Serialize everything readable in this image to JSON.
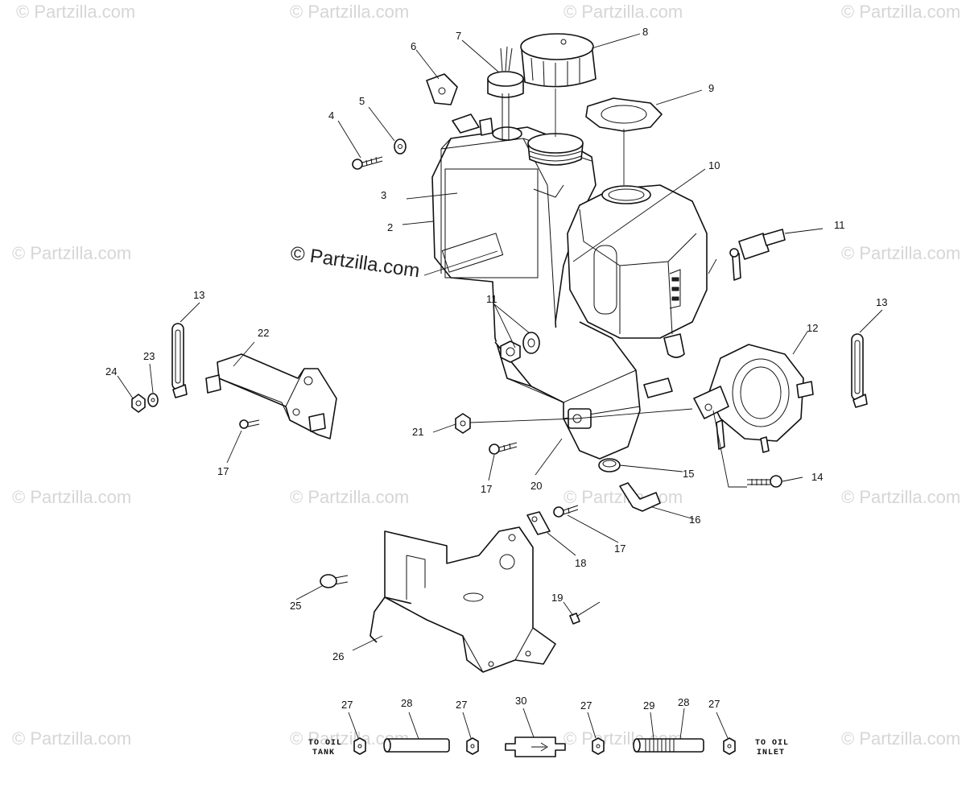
{
  "watermark": "© Partzilla.com",
  "watermark_center": "© Partzilla.com",
  "callouts": [
    "2",
    "3",
    "4",
    "5",
    "6",
    "7",
    "8",
    "9",
    "10",
    "11",
    "11",
    "12",
    "13",
    "13",
    "14",
    "15",
    "16",
    "17",
    "17",
    "17",
    "18",
    "19",
    "20",
    "21",
    "22",
    "23",
    "24",
    "25",
    "26",
    "27",
    "27",
    "27",
    "27",
    "28",
    "28",
    "29",
    "30"
  ],
  "hose_labels": {
    "to_oil_tank_line1": "TO OIL",
    "to_oil_tank_line2": "TANK",
    "to_oil_inlet_line1": "TO OIL",
    "to_oil_inlet_line2": "INLET"
  },
  "colors": {
    "line": "#111111",
    "watermark": "#d6d6d6",
    "background": "#ffffff"
  }
}
